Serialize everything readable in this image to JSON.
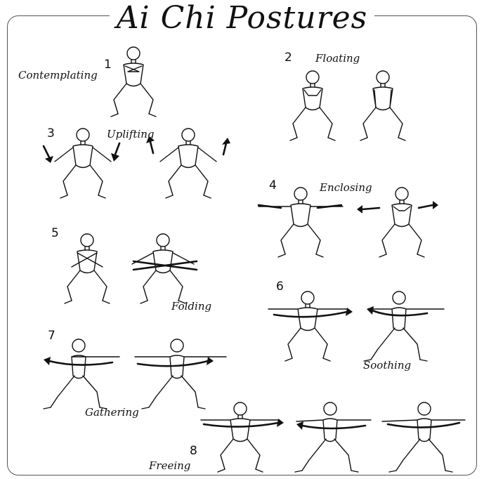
{
  "title": "Ai Chi Postures",
  "postures": [
    {
      "number": "1",
      "name": "Contemplating"
    },
    {
      "number": "2",
      "name": "Floating"
    },
    {
      "number": "3",
      "name": "Uplifting"
    },
    {
      "number": "4",
      "name": "Enclosing"
    },
    {
      "number": "5",
      "name": "Folding"
    },
    {
      "number": "6",
      "name": "Soothing"
    },
    {
      "number": "7",
      "name": "Gathering"
    },
    {
      "number": "8",
      "name": "Freeing"
    }
  ]
}
